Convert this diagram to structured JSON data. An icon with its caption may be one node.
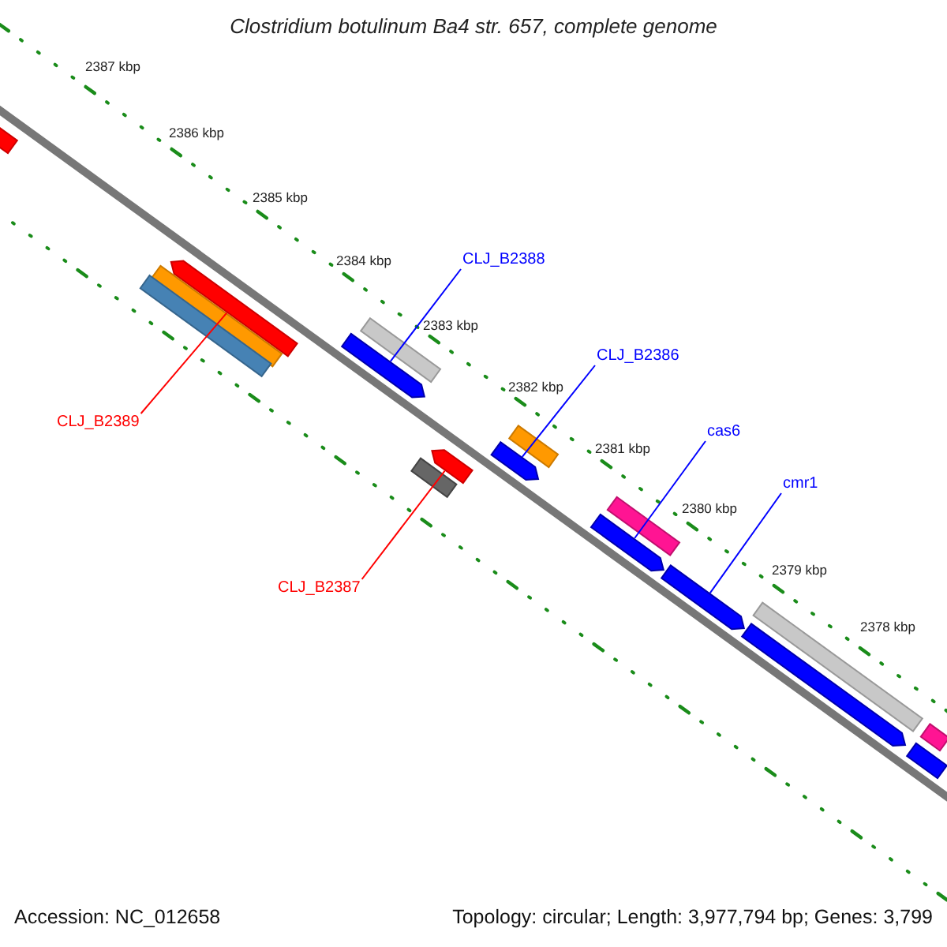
{
  "diagram": {
    "title": "Clostridium botulinum Ba4 str. 657, complete genome",
    "nodes": [
      {
        "text": [
          "CLJ_B2388"
        ]
      },
      {
        "text": [],
        "shape": "bar"
      },
      {
        "text": [
          "CLJ_B2386"
        ]
      },
      {
        "text": [],
        "shape": "bar"
      },
      {
        "text": [
          "cas6"
        ]
      },
      {
        "text": [],
        "shape": "bar"
      },
      {
        "text": [
          "cmr1"
        ]
      },
      {
        "text": [],
        "shape": "bar"
      },
      {
        "text": [
          "CLJ_B2389"
        ]
      },
      {
        "text": [],
        "shape": "bar"
      },
      {
        "text": [
          "CLJ_B2387"
        ]
      },
      {
        "text": [],
        "shape": "bar"
      },
      {
        "text": [],
        "shape": "bar"
      },
      {
        "text": [],
        "shape": "bar"
      },
      {
        "text": [],
        "shape": "bar"
      },
      {
        "text": [],
        "shape": "bar"
      },
      {
        "text": [],
        "shape": "bar"
      },
      {
        "text": [],
        "shape": "bar"
      },
      {
        "text": [],
        "shape": "bar"
      },
      {
        "text": [],
        "shape": "bar"
      },
      {
        "text": [],
        "shape": "bar"
      },
      {
        "text": [],
        "shape": "bar"
      },
      {
        "text": [],
        "shape": "bar"
      }
    ],
    "edges": [
      {
        "from": 0,
        "to": 1,
        "arrow": "none"
      },
      {
        "from": 2,
        "to": 3,
        "arrow": "none"
      },
      {
        "from": 4,
        "to": 5,
        "arrow": "none"
      },
      {
        "from": 6,
        "to": 7,
        "arrow": "none"
      },
      {
        "from": 8,
        "to": 9,
        "arrow": "none",
        "color": "#ff0000"
      },
      {
        "from": 10,
        "to": 11,
        "arrow": "none",
        "color": "#ff0000"
      }
    ],
    "labels": [
      "2387 kbp",
      "2386 kbp",
      "2385 kbp",
      "2384 kbp",
      "2383 kbp",
      "2382 kbp",
      "2381 kbp",
      "2380 kbp",
      "2379 kbp",
      "2378 kbp",
      "Accession: NC_012658",
      "Topology: circular; Length: 3,977,794 bp; Genes: 3,799"
    ]
  }
}
